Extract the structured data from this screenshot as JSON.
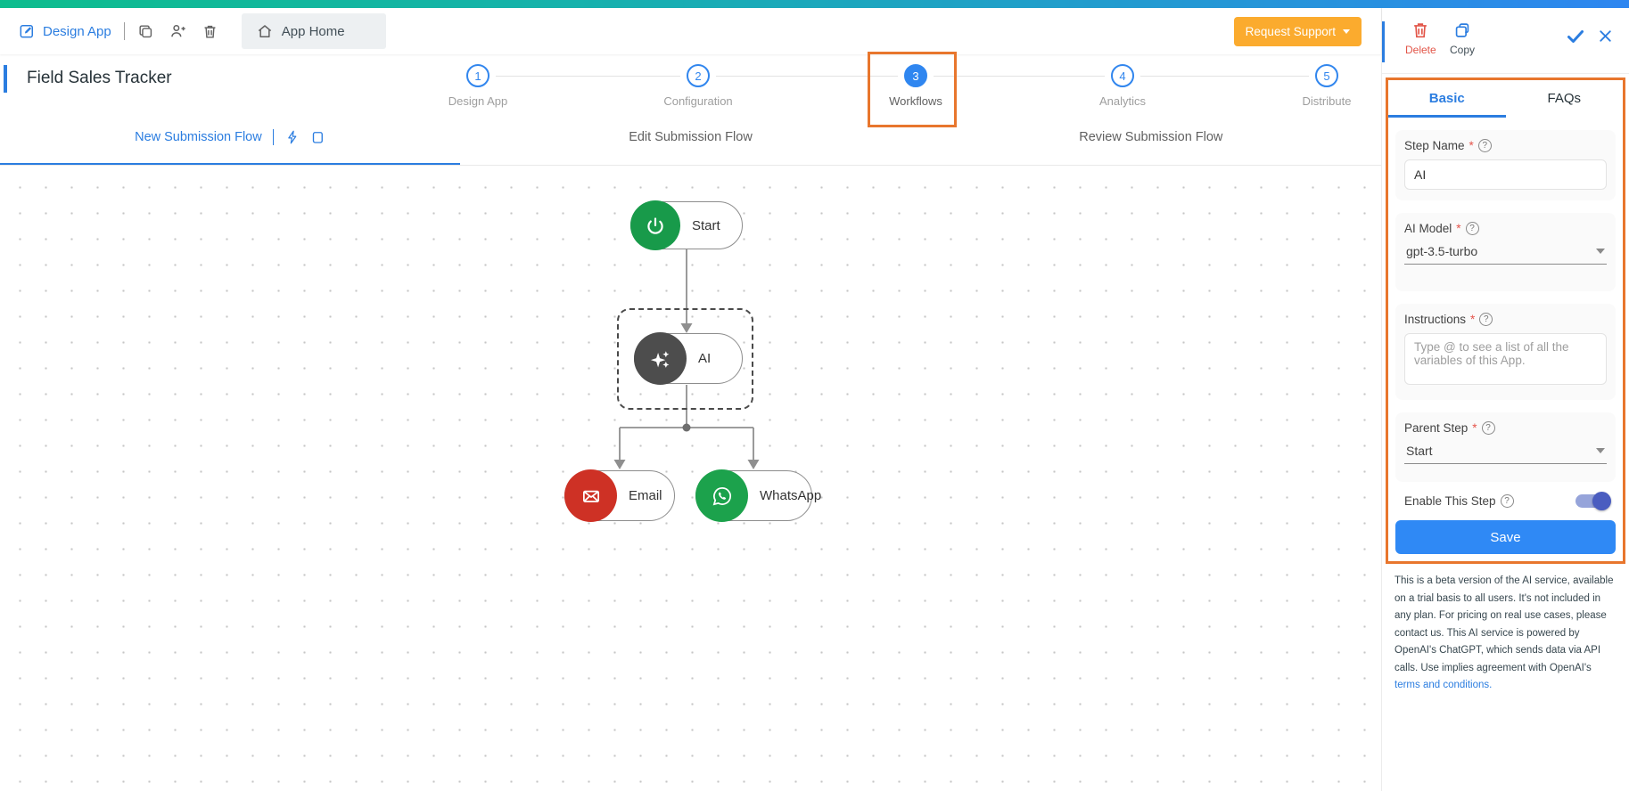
{
  "icons": {
    "help_glyph": "?",
    "required_mark": "*"
  },
  "topbar": {
    "design_app": "Design App",
    "app_home": "App Home",
    "request_support": "Request Support"
  },
  "header": {
    "title": "Field Sales Tracker",
    "steps": [
      {
        "num": "1",
        "label": "Design App"
      },
      {
        "num": "2",
        "label": "Configuration"
      },
      {
        "num": "3",
        "label": "Workflows"
      },
      {
        "num": "4",
        "label": "Analytics"
      },
      {
        "num": "5",
        "label": "Distribute"
      }
    ]
  },
  "flow_tabs": [
    {
      "label": "New Submission Flow",
      "active": true
    },
    {
      "label": "Edit Submission Flow",
      "active": false
    },
    {
      "label": "Review Submission Flow",
      "active": false
    }
  ],
  "canvas": {
    "nodes": [
      {
        "label": "Start"
      },
      {
        "label": "AI"
      },
      {
        "label": "Email"
      },
      {
        "label": "WhatsApp"
      }
    ]
  },
  "panel": {
    "delete_label": "Delete",
    "copy_label": "Copy",
    "tabs": [
      {
        "label": "Basic",
        "active": true
      },
      {
        "label": "FAQs",
        "active": false
      }
    ],
    "fields": {
      "step_name": {
        "label": "Step Name",
        "value": "AI"
      },
      "ai_model": {
        "label": "AI Model",
        "value": "gpt-3.5-turbo"
      },
      "instructions": {
        "label": "Instructions",
        "placeholder": "Type @ to see a list of all the variables of this App."
      },
      "parent_step": {
        "label": "Parent Step",
        "value": "Start"
      },
      "enable_step": {
        "label": "Enable This Step",
        "state": "on"
      }
    },
    "save_label": "Save",
    "disclaimer_text": "This is a beta version of the AI service, available on a trial basis to all users. It's not included in any plan. For pricing on real use cases, please contact us. This AI service is powered by OpenAI's ChatGPT, which sends data via API calls. Use implies agreement with OpenAI's ",
    "disclaimer_link": "terms and conditions."
  },
  "colors": {
    "accent_blue": "#2b7de0",
    "annotation_orange": "#e8762d",
    "support_orange": "#fbab2e",
    "save_blue": "#2f89f5",
    "start_green": "#189a4a",
    "whatsapp_green": "#1ca24c",
    "email_red": "#ce3125",
    "ai_gray": "#4d4d4d"
  }
}
